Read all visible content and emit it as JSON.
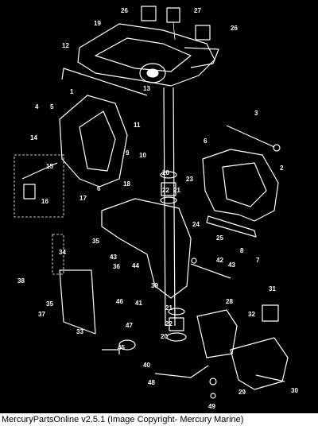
{
  "footer": {
    "caption": "MercuryPartsOnline v2.5.1 (Image Copyright- Mercury Marine)"
  },
  "diagram": {
    "callouts": [
      "1",
      "2",
      "3",
      "4",
      "5",
      "6",
      "6",
      "7",
      "8",
      "9",
      "10",
      "11",
      "12",
      "13",
      "14",
      "15",
      "16",
      "17",
      "18",
      "19",
      "20",
      "20",
      "21",
      "21",
      "22",
      "22",
      "23",
      "24",
      "25",
      "26",
      "26",
      "27",
      "28",
      "29",
      "30",
      "31",
      "32",
      "33",
      "34",
      "35",
      "35",
      "36",
      "37",
      "38",
      "39",
      "40",
      "41",
      "42",
      "43",
      "43",
      "44",
      "45",
      "46",
      "47",
      "48",
      "49"
    ]
  }
}
